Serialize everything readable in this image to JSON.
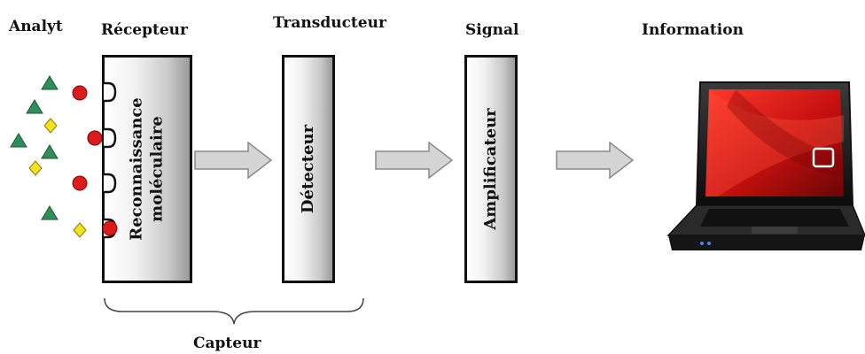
{
  "labels": {
    "analyte": "Analyt",
    "receptor": "Récepteur",
    "transducer": "Transducteur",
    "signal": "Signal",
    "information": "Information",
    "sensor": "Capteur"
  },
  "boxes": {
    "recognition_line1": "Reconnaissance",
    "recognition_line2": "moléculaire",
    "detector": "Détecteur",
    "amplifier": "Amplificateur"
  },
  "colors": {
    "triangle": "#2f8f5b",
    "diamond": "#f4e21c",
    "circle": "#dd1b1b",
    "arrow_fill": "#d4d4d4",
    "arrow_stroke": "#8a8a8a"
  },
  "icons": [
    "laptop-icon"
  ]
}
